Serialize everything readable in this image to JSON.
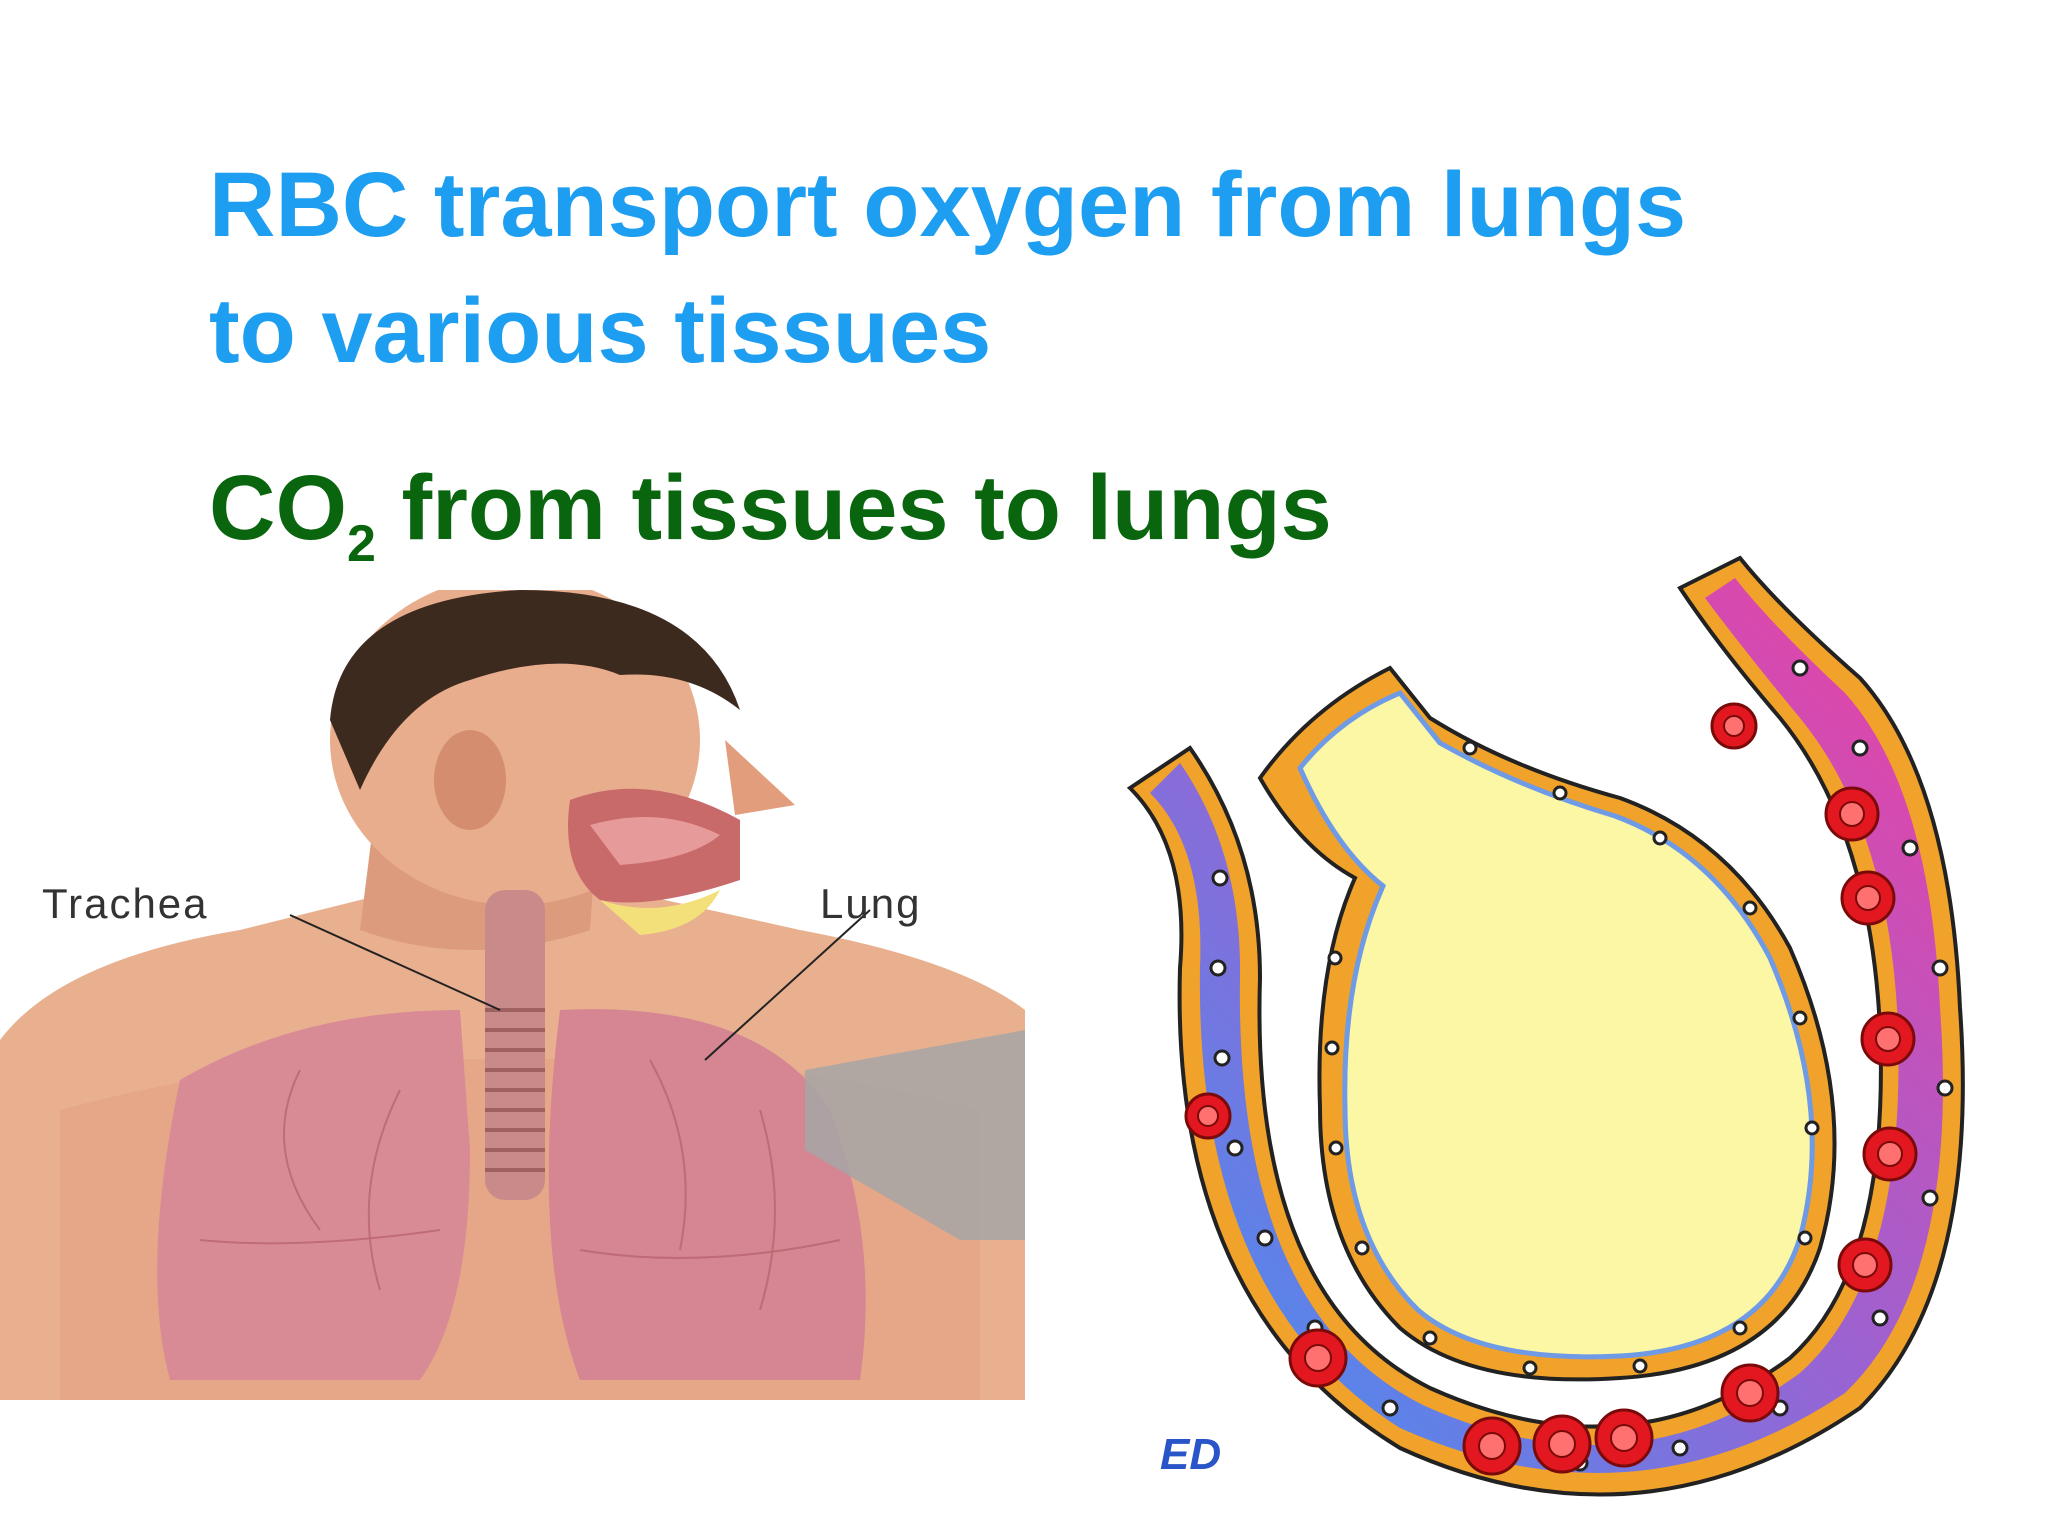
{
  "slide": {
    "title": "RBC transport oxygen from lungs to various tissues",
    "subtitle_prefix": "CO",
    "subtitle_sub": "2",
    "subtitle_rest": " from tissues to lungs",
    "colors": {
      "title": "#1e9ef0",
      "subtitle": "#0a650f"
    }
  },
  "anatomy": {
    "label_trachea": "Trachea",
    "label_lung": "Lung"
  },
  "logo": {
    "brand_mark": "ED"
  }
}
